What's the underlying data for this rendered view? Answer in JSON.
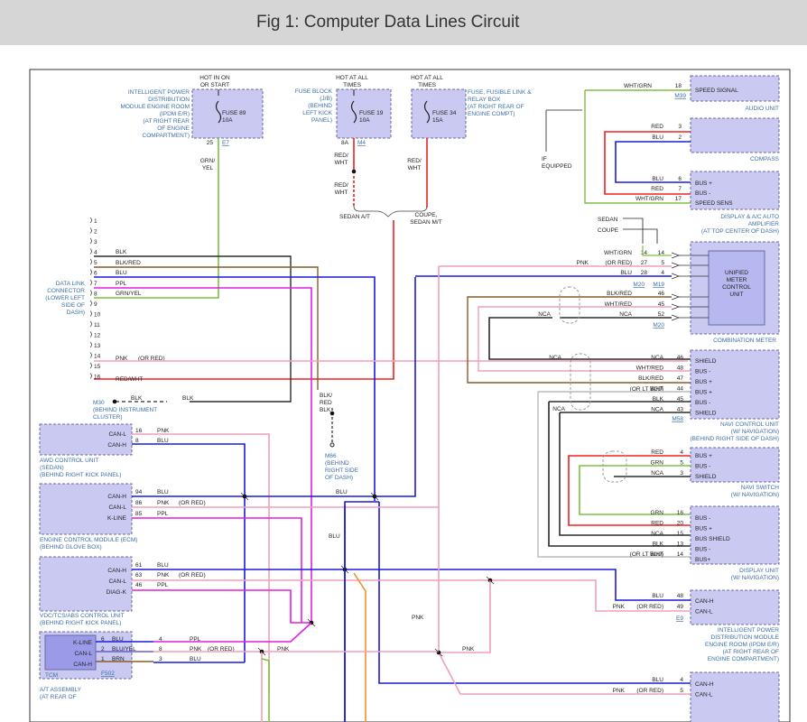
{
  "title": "Fig 1: Computer Data Lines Circuit",
  "fuses": {
    "ipdm": {
      "hot": [
        "HOT IN ON",
        "OR START"
      ],
      "name": "FUSE 89",
      "amps": "10A",
      "desc": [
        "INTELLIGENT POWER",
        "DISTRIBUTION",
        "MODULE ENGINE ROOM",
        "(IPDM E/R)",
        "(AT RIGHT REAR",
        "OF ENGINE",
        "COMPARTMENT)"
      ],
      "pin": "25",
      "conn": "E7"
    },
    "jb": {
      "hot": [
        "HOT AT ALL",
        "TIMES"
      ],
      "name": "FUSE 19",
      "amps": "10A",
      "desc": [
        "FUSE BLOCK",
        "(J/B)",
        "(BEHIND",
        "LEFT KICK",
        "PANEL)"
      ],
      "pin": "8A",
      "conn": "M4"
    },
    "relay": {
      "hot": [
        "HOT AT ALL",
        "TIMES"
      ],
      "name": "FUSE 34",
      "amps": "15A",
      "desc": [
        "FUSE, FUSIBLE LINK &",
        "RELAY BOX",
        "(AT RIGHT REAR OF",
        "ENGINE COMPT)"
      ]
    }
  },
  "wire_colors": {
    "grn_yel": [
      "GRN/",
      "YEL"
    ],
    "red_wht_a": [
      "RED/",
      "WHT"
    ],
    "red_wht_b": [
      "RED/",
      "WHT"
    ],
    "red_wht_c": [
      "RED/",
      "WHT"
    ],
    "sedan_at": "SEDAN A/T",
    "coupe": [
      "COUPE,",
      "SEDAN M/T"
    ]
  },
  "if_equipped": [
    "IF",
    "EQUIPPED"
  ],
  "dlc": {
    "desc": [
      "DATA LINK",
      "CONNECTOR",
      "(LOWER LEFT",
      "SIDE OF",
      "DASH)"
    ],
    "pins": [
      "1",
      "2",
      "3",
      "4",
      "5",
      "6",
      "7",
      "8",
      "9",
      "10",
      "11",
      "12",
      "13",
      "14",
      "15",
      "16"
    ],
    "wires": [
      "BLK",
      "BLK/RED",
      "BLU",
      "PPL",
      "GRN/YEL",
      "PNK",
      "RED/WHT"
    ],
    "or_red": "(OR RED)",
    "m30": [
      "M30",
      "(BEHIND INSTRUMENT",
      "CLUSTER)"
    ],
    "blk": "BLK"
  },
  "m66": {
    "label": [
      "M66",
      "(BEHIND",
      "RIGHT SIDE",
      "OF DASH)"
    ],
    "wire": [
      "BLK/",
      "RED",
      "BLK"
    ]
  },
  "right_modules": {
    "audio": {
      "pins": [
        "SPEED SIGNAL"
      ],
      "name": [
        "AUDIO UNIT"
      ],
      "wire": "WHT/GRN",
      "num": "18",
      "conn": "M39"
    },
    "compass": {
      "name": [
        "COMPASS"
      ],
      "wires": [
        "RED",
        "BLU"
      ],
      "nums": [
        "3",
        "2"
      ]
    },
    "amp": {
      "pins": [
        "BUS +",
        "BUS -",
        "SPEED SENS"
      ],
      "name": [
        "DISPLAY & A/C AUTO",
        "AMPLIFIER",
        "(AT TOP CENTER OF DASH)"
      ],
      "wires": [
        "BLU",
        "RED",
        "WHT/GRN"
      ],
      "nums": [
        "6",
        "7",
        "17"
      ]
    },
    "sedan_coupe": [
      "SEDAN",
      "COUPE"
    ],
    "meter": {
      "name": [
        "COMBINATION METER"
      ],
      "inner": [
        "UNIFIED",
        "METER",
        "CONTROL",
        "UNIT"
      ],
      "wires": [
        "WHT/GRN",
        "PNK",
        "BLU",
        "BLK/RED",
        "WHT/RED",
        "NCA"
      ],
      "or_red": "(OR RED)",
      "nums": [
        "14",
        "27",
        "28",
        "46",
        "45",
        "52"
      ],
      "nums2": [
        "14",
        "5",
        "4"
      ],
      "conns": [
        "M20",
        "M19",
        "M20"
      ],
      "nca": [
        "NCA",
        "NCA"
      ]
    },
    "navi": {
      "pins": [
        "SHIELD",
        "BUS -",
        "BUS +",
        "BUS +",
        "BUS -",
        "SHIELD"
      ],
      "name": [
        "NAVI CONTROL UNIT",
        "(W/ NAVIGATION)",
        "(BEHIND RIGHT SIDE OF DASH)"
      ],
      "wires": [
        "NCA",
        "WHT/RED",
        "BLK/RED",
        "WHT",
        "BLK",
        "NCA"
      ],
      "nums": [
        "46",
        "48",
        "47",
        "44",
        "45",
        "43"
      ],
      "or_lt_blu": "(OR LT BLU)",
      "conn": "M58",
      "nca": [
        "NCA",
        "NCA"
      ]
    },
    "navi_switch": {
      "pins": [
        "BUS +",
        "BUS -",
        "SHIELD"
      ],
      "name": [
        "NAVI SWITCH",
        "(W/ NAVIGATION)"
      ],
      "wires": [
        "RED",
        "GRN",
        "NCA"
      ],
      "nums": [
        "4",
        "5",
        "3"
      ]
    },
    "display": {
      "pins": [
        "BUS -",
        "BUS +",
        "BUS SHIELD",
        "BUS -",
        "BUS+"
      ],
      "name": [
        "DISPLAY UNIT",
        "(W/ NAVIGATION)"
      ],
      "wires": [
        "GRN",
        "RED",
        "NCA",
        "BLK",
        "WHT"
      ],
      "nums": [
        "16",
        "20",
        "15",
        "13",
        "14"
      ],
      "or_lt_blu": "(OR LT BLU)"
    },
    "ipdm2": {
      "pins": [
        "CAN-H",
        "CAN-L"
      ],
      "name": [
        "INTELLIGENT POWER",
        "DISTRIBUTION MODULE",
        "ENGINE ROOM (IPDM E/R)",
        "(AT RIGHT REAR OF",
        "ENGINE COMPARTMENT)"
      ],
      "wires": [
        "BLU",
        "PNK"
      ],
      "nums": [
        "48",
        "49"
      ],
      "or_red": "(OR RED)",
      "conn": "E9"
    },
    "last": {
      "pins": [
        "CAN-H",
        "CAN-L"
      ],
      "wires": [
        "BLU",
        "PNK"
      ],
      "nums": [
        "4",
        "5"
      ],
      "or_red": "(OR RED)"
    }
  },
  "left_modules": {
    "awd": {
      "pins": [
        "CAN-L",
        "CAN-H"
      ],
      "name": [
        "AWD CONTROL UNIT",
        "(SEDAN)",
        "(BEHIND RIGHT KICK PANEL)"
      ],
      "wires": [
        "PNK",
        "BLU"
      ],
      "nums": [
        "16",
        "8"
      ]
    },
    "ecm": {
      "pins": [
        "CAN-H",
        "CAN-L",
        "K-LINE"
      ],
      "name": [
        "ENGINE CONTROL MODULE (ECM)",
        "(BEHIND GLOVE BOX)"
      ],
      "wires": [
        "BLU",
        "PNK",
        "PPL"
      ],
      "nums": [
        "94",
        "86",
        "85"
      ],
      "or_red": "(OR RED)"
    },
    "vdc": {
      "pins": [
        "CAN-H",
        "CAN-L",
        "DIAG-K"
      ],
      "name": [
        "VDC/TCS/ABS CONTROL UNIT",
        "(BEHIND RIGHT KICK PANEL)"
      ],
      "wires": [
        "BLU",
        "PNK",
        "PPL"
      ],
      "nums": [
        "61",
        "63",
        "46"
      ],
      "or_red": "(OR RED)"
    },
    "tcm": {
      "pins": [
        "K-LINE",
        "CAN-L",
        "CAN-H"
      ],
      "name": [
        "TCM"
      ],
      "inner_nums": [
        "6",
        "2",
        "1"
      ],
      "inner_wires": [
        "BLU",
        "BLU/YEL",
        "BRN"
      ],
      "outer_nums": [
        "4",
        "8",
        "3"
      ],
      "outer_wires": [
        "PPL",
        "PNK",
        "BLU"
      ],
      "or_red": "(OR RED)",
      "conn": "F502",
      "assy": [
        "A/T ASSEMBLY",
        "(AT REAR OF"
      ]
    }
  },
  "center": {
    "blu": [
      "BLU",
      "BLU"
    ],
    "pnk": [
      "PNK",
      "PNK",
      "PNK"
    ]
  },
  "colors": {
    "blue_text": "#3b6ea8",
    "box_fill": "#c9c9f2",
    "box_stroke": "#6a6a9e"
  }
}
